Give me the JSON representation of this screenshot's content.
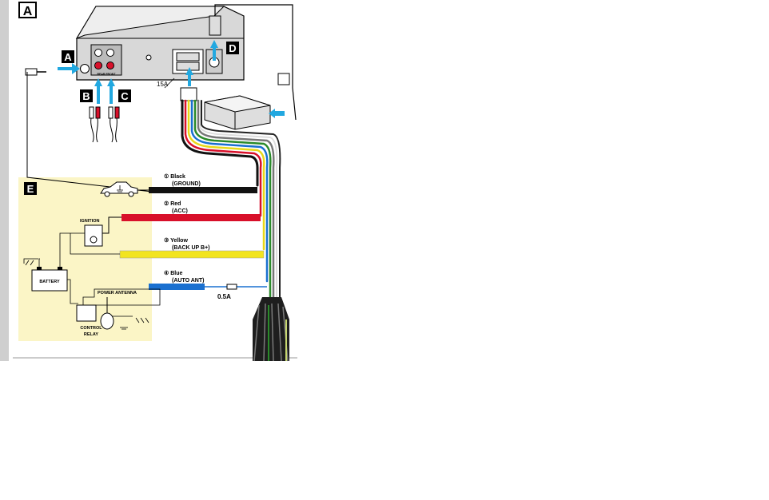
{
  "header_label": "A",
  "callouts": {
    "a": "A",
    "b": "B",
    "c": "C",
    "d": "D",
    "e": "E"
  },
  "fuse_main": "15A",
  "fuse_antenna": "0.5A",
  "rear_label": "REAR FRONT",
  "wires": [
    {
      "num": "①",
      "name": "Black",
      "func": "(GROUND)",
      "color": "#111111"
    },
    {
      "num": "②",
      "name": "Red",
      "func": "(ACC)",
      "color": "#d8102a"
    },
    {
      "num": "③",
      "name": "Yellow",
      "func": "(BACK UP B+)",
      "color": "#f2e420"
    },
    {
      "num": "④",
      "name": "Blue",
      "func": "(AUTO ANT)",
      "color": "#1a70d0"
    }
  ],
  "panel_e": {
    "ignition": "IGNITION",
    "battery": "BATTERY",
    "power_antenna": "POWER ANTENNA",
    "control_relay_1": "CONTROL",
    "control_relay_2": "RELAY"
  },
  "colors": {
    "arrow": "#22a8e0",
    "panel_bg": "#fbf5c6",
    "left_bar": "#cfcfcf"
  }
}
